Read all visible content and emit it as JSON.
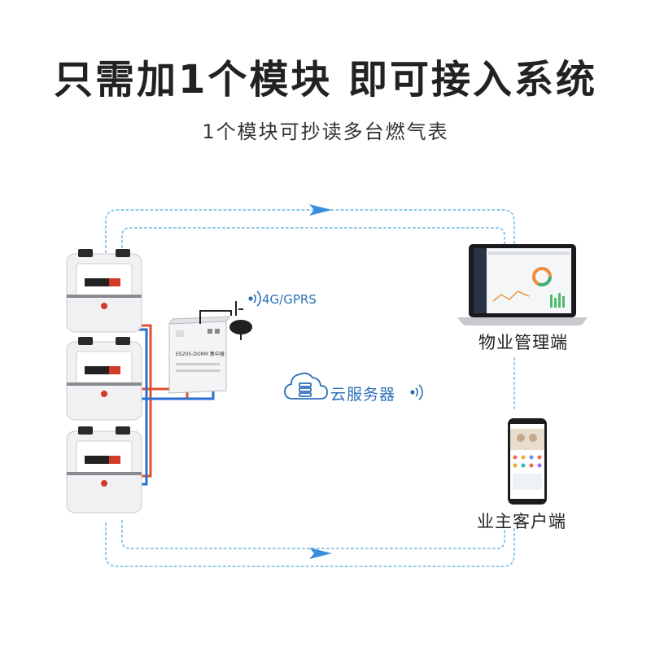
{
  "header": {
    "title": "只需加1个模块 即可接入系统",
    "subtitle": "1个模块可抄读多台燃气表"
  },
  "module": {
    "model_label": "ES205-DORM 集中器"
  },
  "network": {
    "label": "4G/GPRS"
  },
  "cloud": {
    "label": "云服务器"
  },
  "endpoints": {
    "property": "物业管理端",
    "owner": "业主客户端"
  },
  "meters": [
    {
      "name": "gas-meter-1"
    },
    {
      "name": "gas-meter-2"
    },
    {
      "name": "gas-meter-3"
    }
  ],
  "colors": {
    "flow_line": "#5aa9e6",
    "arrow": "#3a8fdc",
    "wire_red": "#e0502f",
    "wire_blue": "#2a6fd0",
    "accent_blue": "#2c6fb7"
  }
}
